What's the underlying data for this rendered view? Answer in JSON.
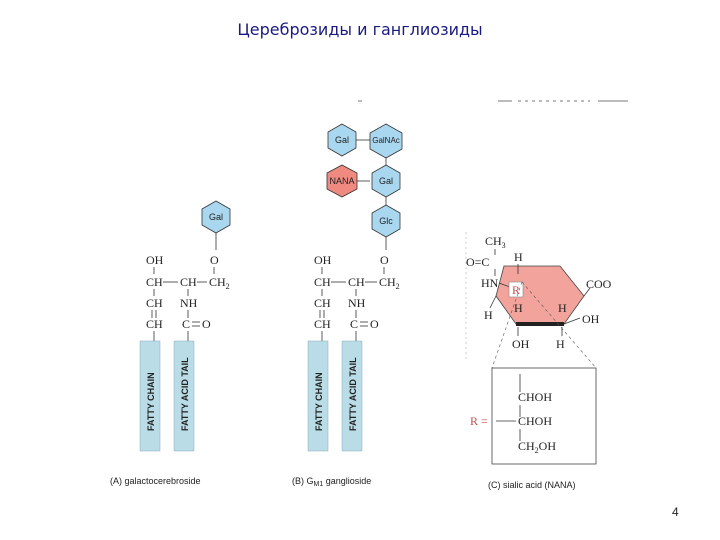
{
  "slide": {
    "title": "Цереброзиды и ганглиозиды",
    "page_number": "4"
  },
  "colors": {
    "hex_blue": "#a9d7ef",
    "hex_red": "#f08a80",
    "ring_fill": "#f2a39b",
    "tail_fill": "#b9dce6"
  },
  "panel_a": {
    "sugar": "Gal",
    "chem": {
      "oh": "OH",
      "o": "O",
      "ch1": "CH",
      "ch2": "CH",
      "ch2_end": "CH",
      "ch3": "CH",
      "nh": "NH",
      "ch4": "CH",
      "co": "C",
      "o2": "O"
    },
    "bar1": "FATTY CHAIN",
    "bar2": "FATTY ACID TAIL",
    "caption": "(A) galactocerebroside"
  },
  "panel_b": {
    "sugars": {
      "gal_top": "Gal",
      "galnac": "GalNAc",
      "nana": "NANA",
      "gal_mid": "Gal",
      "glc": "Glc"
    },
    "chem": {
      "oh": "OH",
      "o": "O",
      "ch1": "CH",
      "ch2": "CH",
      "ch2_end": "CH",
      "ch3": "CH",
      "nh": "NH",
      "ch4": "CH",
      "co": "C",
      "o2": "O"
    },
    "bar1": "FATTY CHAIN",
    "bar2": "FATTY ACID TAIL",
    "caption": "(B) G",
    "caption_sub": "M1",
    "caption_rest": " ganglioside"
  },
  "panel_c": {
    "ch3": "CH",
    "o_c": "O=C",
    "hn": "HN",
    "h_top": "H",
    "r": "R",
    "coo": "COO",
    "h_left": "H",
    "h_ring1": "H",
    "h_ring2": "H",
    "oh_right": "OH",
    "oh_bottom": "OH",
    "h_bottom": "H",
    "r_eq": "R =",
    "chain1": "CHOH",
    "chain2": "CHOH",
    "chain3": "CH",
    "chain3_sub": "2",
    "chain3_rest": "OH",
    "caption": "(C) sialic acid (NANA)"
  }
}
